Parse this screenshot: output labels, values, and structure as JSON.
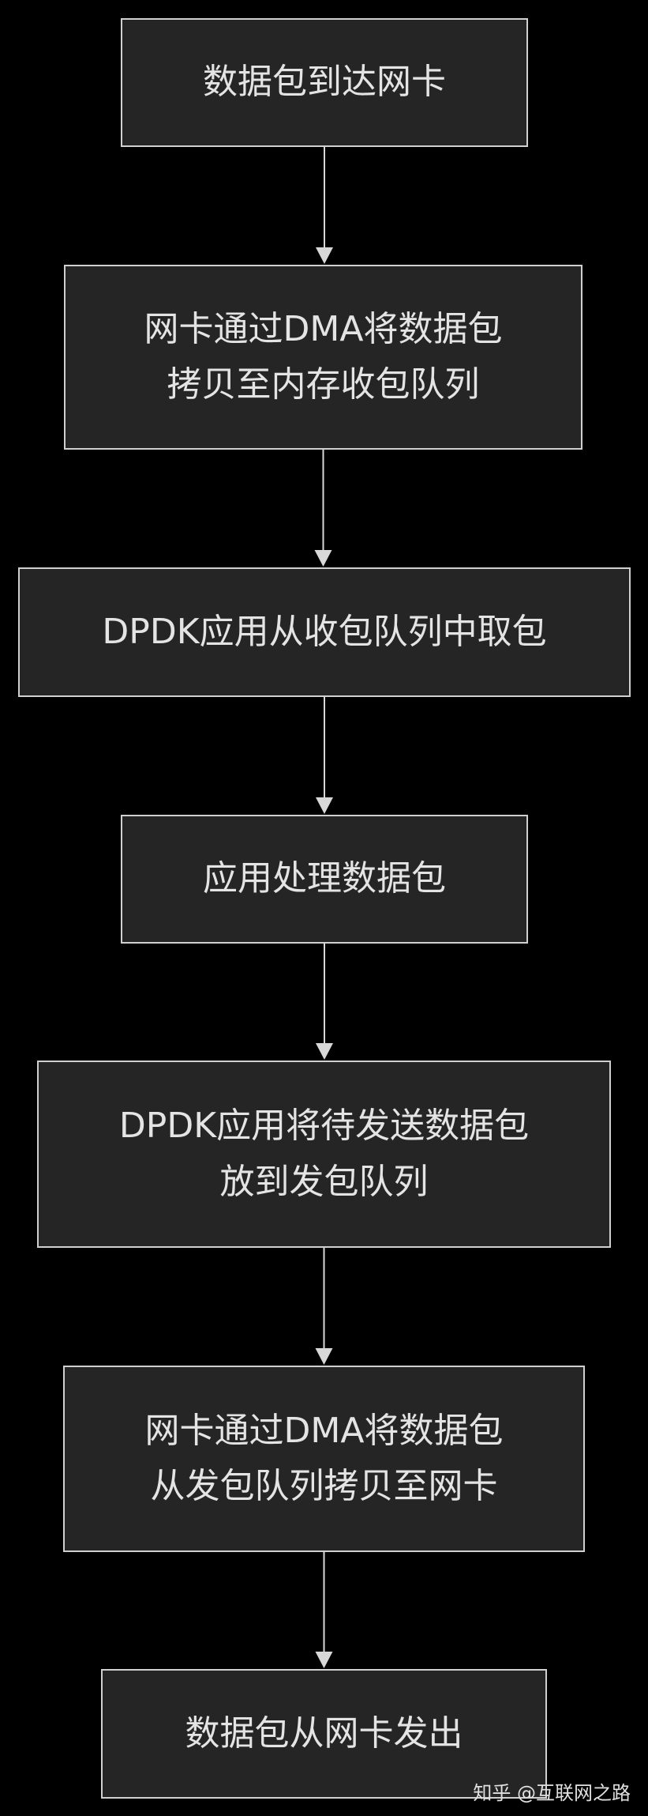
{
  "diagram": {
    "nodes": [
      {
        "id": "n1",
        "lines": [
          "数据包到达网卡"
        ]
      },
      {
        "id": "n2",
        "lines": [
          "网卡通过DMA将数据包",
          "拷贝至内存收包队列"
        ]
      },
      {
        "id": "n3",
        "lines": [
          "DPDK应用从收包队列中取包"
        ]
      },
      {
        "id": "n4",
        "lines": [
          "应用处理数据包"
        ]
      },
      {
        "id": "n5",
        "lines": [
          "DPDK应用将待发送数据包",
          "放到发包队列"
        ]
      },
      {
        "id": "n6",
        "lines": [
          "网卡通过DMA将数据包",
          "从发包队列拷贝至网卡"
        ]
      },
      {
        "id": "n7",
        "lines": [
          "数据包从网卡发出"
        ]
      }
    ],
    "edges": [
      {
        "from": "n1",
        "to": "n2"
      },
      {
        "from": "n2",
        "to": "n3"
      },
      {
        "from": "n3",
        "to": "n4"
      },
      {
        "from": "n4",
        "to": "n5"
      },
      {
        "from": "n5",
        "to": "n6"
      },
      {
        "from": "n6",
        "to": "n7"
      }
    ]
  },
  "watermark": {
    "text": "知乎 @互联网之路"
  },
  "colors": {
    "background": "#000000",
    "node_fill": "#252525",
    "node_border": "#d0d0d0",
    "text": "#e4e4e4",
    "arrow": "#d8d8d8"
  }
}
